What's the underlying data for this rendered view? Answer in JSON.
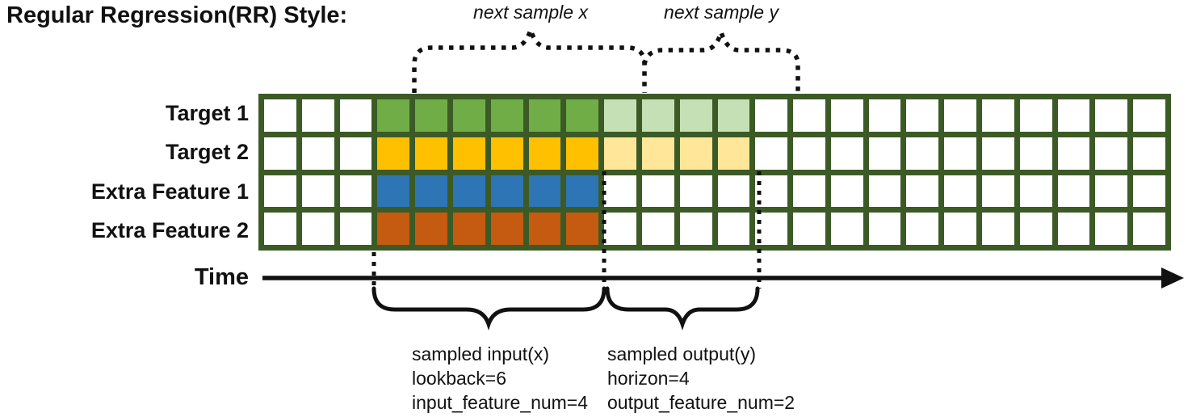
{
  "title": "Regular Regression(RR) Style:",
  "colors": {
    "grid_border": "#3C5A26",
    "ink": "#111111",
    "target1_input": "#70AD47",
    "target1_output": "#C5E0B4",
    "target2_input": "#FFC000",
    "target2_output": "#FFE699",
    "extra1_input": "#2E75B6",
    "extra2_input": "#C55A11",
    "empty_cell": "#FFFFFF"
  },
  "top_annotations": {
    "next_sample_x": "next sample x",
    "next_sample_y": "next sample y"
  },
  "grid": {
    "total_cols": 24,
    "input_start_col": 4,
    "lookback": 6,
    "horizon": 4,
    "rows": [
      {
        "label": "Target 1",
        "input_color": "#70AD47",
        "output_color": "#C5E0B4"
      },
      {
        "label": "Target 2",
        "input_color": "#FFC000",
        "output_color": "#FFE699"
      },
      {
        "label": "Extra Feature 1",
        "input_color": "#2E75B6",
        "output_color": "#FFFFFF"
      },
      {
        "label": "Extra Feature 2",
        "input_color": "#C55A11",
        "output_color": "#FFFFFF"
      }
    ]
  },
  "time_axis": {
    "label": "Time"
  },
  "annotations": {
    "input": {
      "title": "sampled input(x)",
      "line2": "lookback=6",
      "line3": "input_feature_num=4"
    },
    "output": {
      "title": "sampled output(y)",
      "line2": "horizon=4",
      "line3": "output_feature_num=2"
    }
  }
}
